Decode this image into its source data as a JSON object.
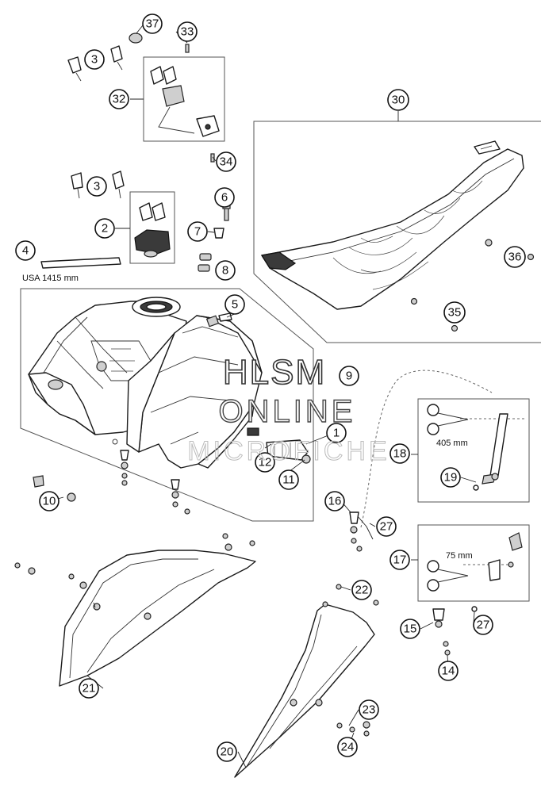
{
  "callouts": {
    "c37": "37",
    "c33": "33",
    "c3a": "3",
    "c32": "32",
    "c34": "34",
    "c3b": "3",
    "c2": "2",
    "c6": "6",
    "c7": "7",
    "c8": "8",
    "c4": "4",
    "c30": "30",
    "c36": "36",
    "c35": "35",
    "c5": "5",
    "c9": "9",
    "c1": "1",
    "c12": "12",
    "c11": "11",
    "c10": "10",
    "c18": "18",
    "c19": "19",
    "c16": "16",
    "c27a": "27",
    "c17": "17",
    "c22": "22",
    "c15": "15",
    "c27b": "27",
    "c14": "14",
    "c21": "21",
    "c23": "23",
    "c24": "24",
    "c20": "20"
  },
  "notes": {
    "hose_length_usa": "USA 1415 mm",
    "cut_length_top": "405 mm",
    "cut_length_bottom": "75 mm"
  },
  "watermark": {
    "line1": "HLSM",
    "line2": "ONLINE",
    "line3": "MICROFICHE"
  },
  "icons": {
    "scissors_top": "scissors-icon",
    "scissors_bottom": "scissors-icon"
  }
}
